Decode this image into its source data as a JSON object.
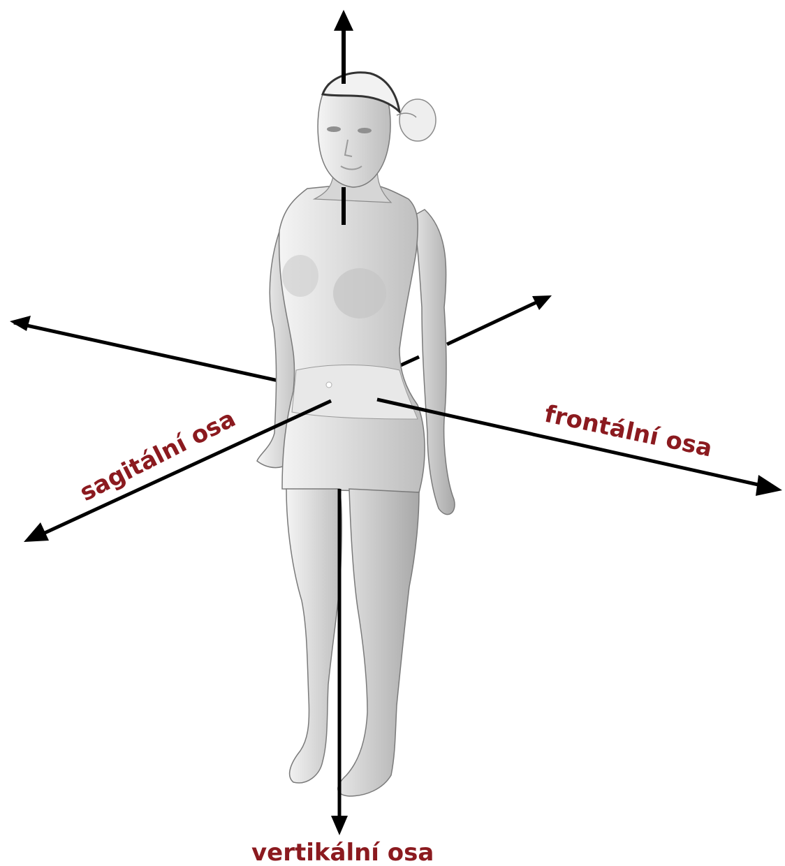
{
  "labels": {
    "sagittal": "sagitální osa",
    "frontal": "frontální osa",
    "vertical": "vertikální osa"
  },
  "colors": {
    "label": "#8b1a1f",
    "axis": "#000000",
    "figure_light": "#ececec",
    "figure_mid": "#c9c9c9",
    "figure_dark": "#9a9a9a"
  }
}
